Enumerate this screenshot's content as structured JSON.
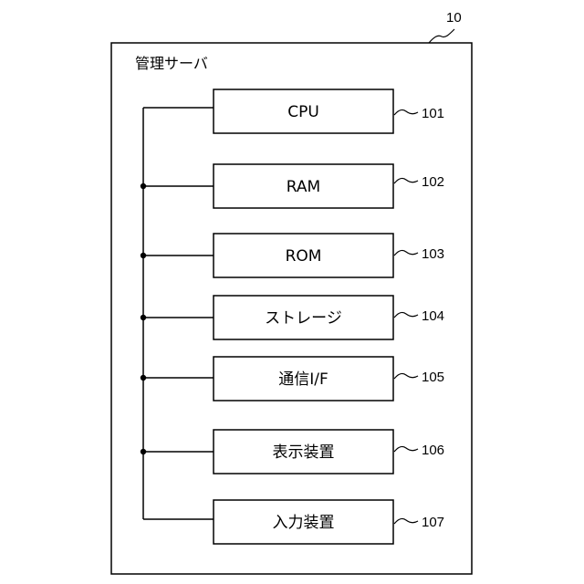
{
  "server": {
    "ref": "10",
    "title": "管理サーバ"
  },
  "components": [
    {
      "label": "CPU",
      "ref": "101"
    },
    {
      "label": "RAM",
      "ref": "102"
    },
    {
      "label": "ROM",
      "ref": "103"
    },
    {
      "label": "ストレージ",
      "ref": "104"
    },
    {
      "label": "通信I/F",
      "ref": "105"
    },
    {
      "label": "表示装置",
      "ref": "106"
    },
    {
      "label": "入力装置",
      "ref": "107"
    }
  ]
}
